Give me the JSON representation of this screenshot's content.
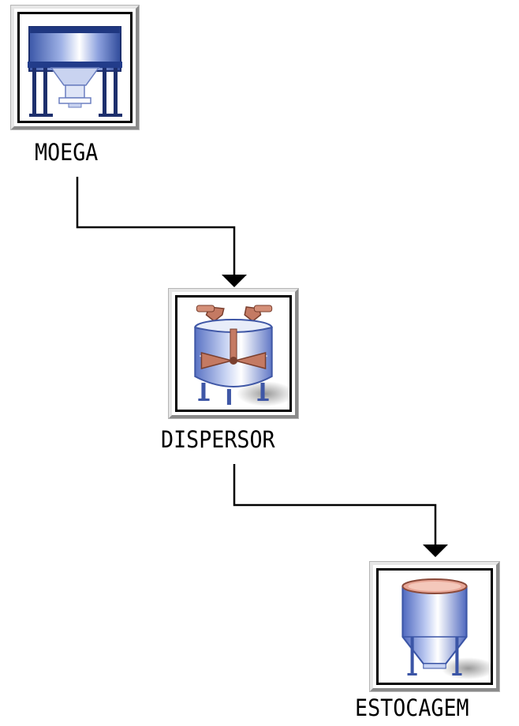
{
  "nodes": [
    {
      "id": "moega",
      "label": "MOEGA",
      "icon": "hopper-icon"
    },
    {
      "id": "dispersor",
      "label": "DISPERSOR",
      "icon": "disperser-tank-icon"
    },
    {
      "id": "estocagem",
      "label": "ESTOCAGEM",
      "icon": "storage-silo-icon"
    }
  ],
  "edges": [
    {
      "from": "moega",
      "to": "dispersor"
    },
    {
      "from": "dispersor",
      "to": "estocagem"
    }
  ],
  "colors": {
    "line": "#000000",
    "equipment_blue": "#6f86c8",
    "equipment_copper": "#c47a63"
  }
}
